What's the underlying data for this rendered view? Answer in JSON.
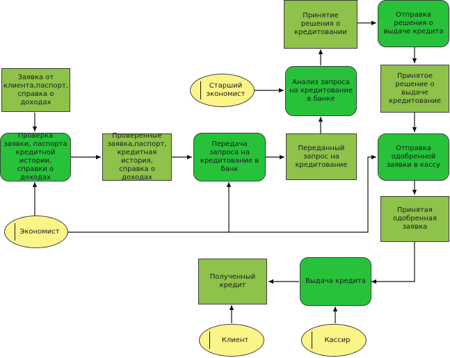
{
  "nodes": {
    "zayavka": "Заявка от клиента,паспорт, справка о доходах",
    "proverka": "Проверка заявки, паспорта кредитной истории, справки о доходах",
    "proverennye": "Проверенные заявка,паспорт, кредитная история, справка о доходах",
    "peredacha": "Передача запроса на кредитование в банк",
    "peredannyi": "Переданный запрос на кредитование",
    "analiz": "Анализ запроса на кредитование в банке",
    "prinyatie": "Принятие решения о кредитовании",
    "otpravka_resh": "Отправка решения о выдаче кредита",
    "prinyatoe_resh": "Принятое решение о выдаче кредитование",
    "otpravka_kassa": "Отправка одобренной заявки в кассу",
    "prinyataya": "Принятая одобренная заявка",
    "vydacha": "Выдача кредита",
    "poluchennyi": "Полученный кредит",
    "starshii": "Старший экономист",
    "ekonomist": "Экономист",
    "klient": "Клиент",
    "kassir": "Кассир"
  },
  "colors": {
    "document": "#8ec24a",
    "process": "#27c23a",
    "role": "#fbf488",
    "outline": "#3c3c3c"
  }
}
